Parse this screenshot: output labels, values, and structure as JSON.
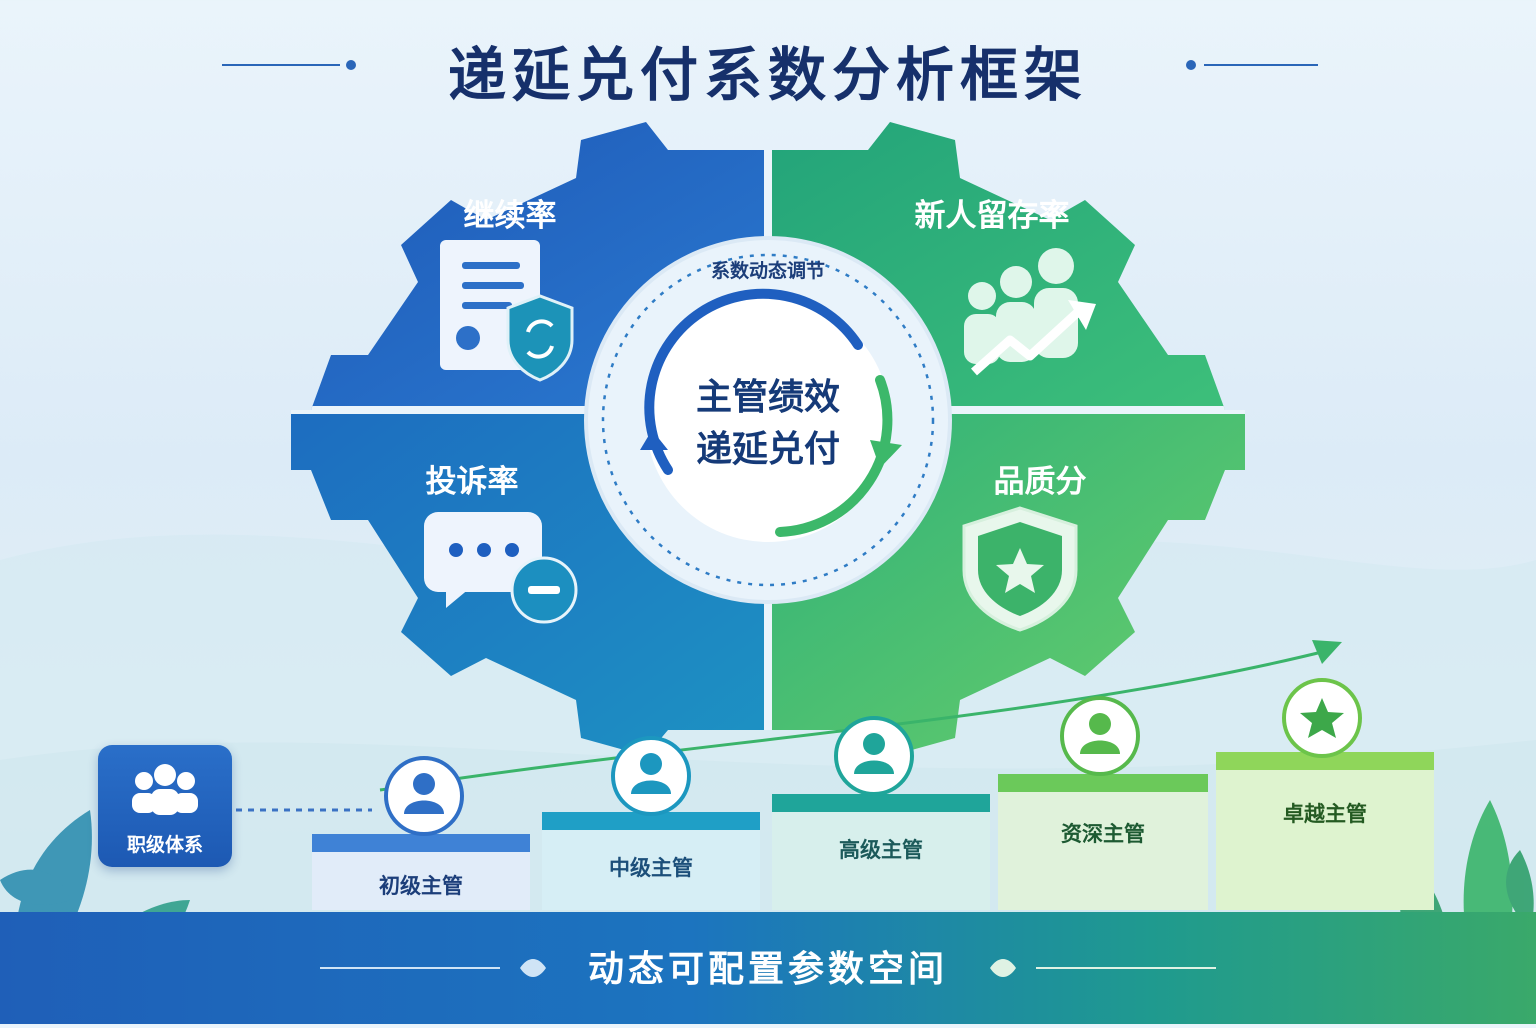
{
  "title": "递延兑付系数分析框架",
  "wheel": {
    "ring_label": "系数动态调节",
    "center_line1": "主管绩效",
    "center_line2": "递延兑付",
    "quadrants": [
      {
        "label": "继续率",
        "icon": "document-shield-renew-icon"
      },
      {
        "label": "新人留存率",
        "icon": "people-growth-icon"
      },
      {
        "label": "投诉率",
        "icon": "chat-minus-icon"
      },
      {
        "label": "品质分",
        "icon": "shield-star-icon"
      }
    ]
  },
  "grade_system": {
    "label": "职级体系",
    "icon": "people-group-icon"
  },
  "grades": [
    "初级主管",
    "中级主管",
    "高级主管",
    "资深主管",
    "卓越主管"
  ],
  "footer": "动态可配置参数空间",
  "colors": {
    "blue": "#1f5fb8",
    "teal": "#1d8fc0",
    "green": "#2fb36e",
    "light_green": "#6bcf59",
    "navy": "#16306b"
  }
}
